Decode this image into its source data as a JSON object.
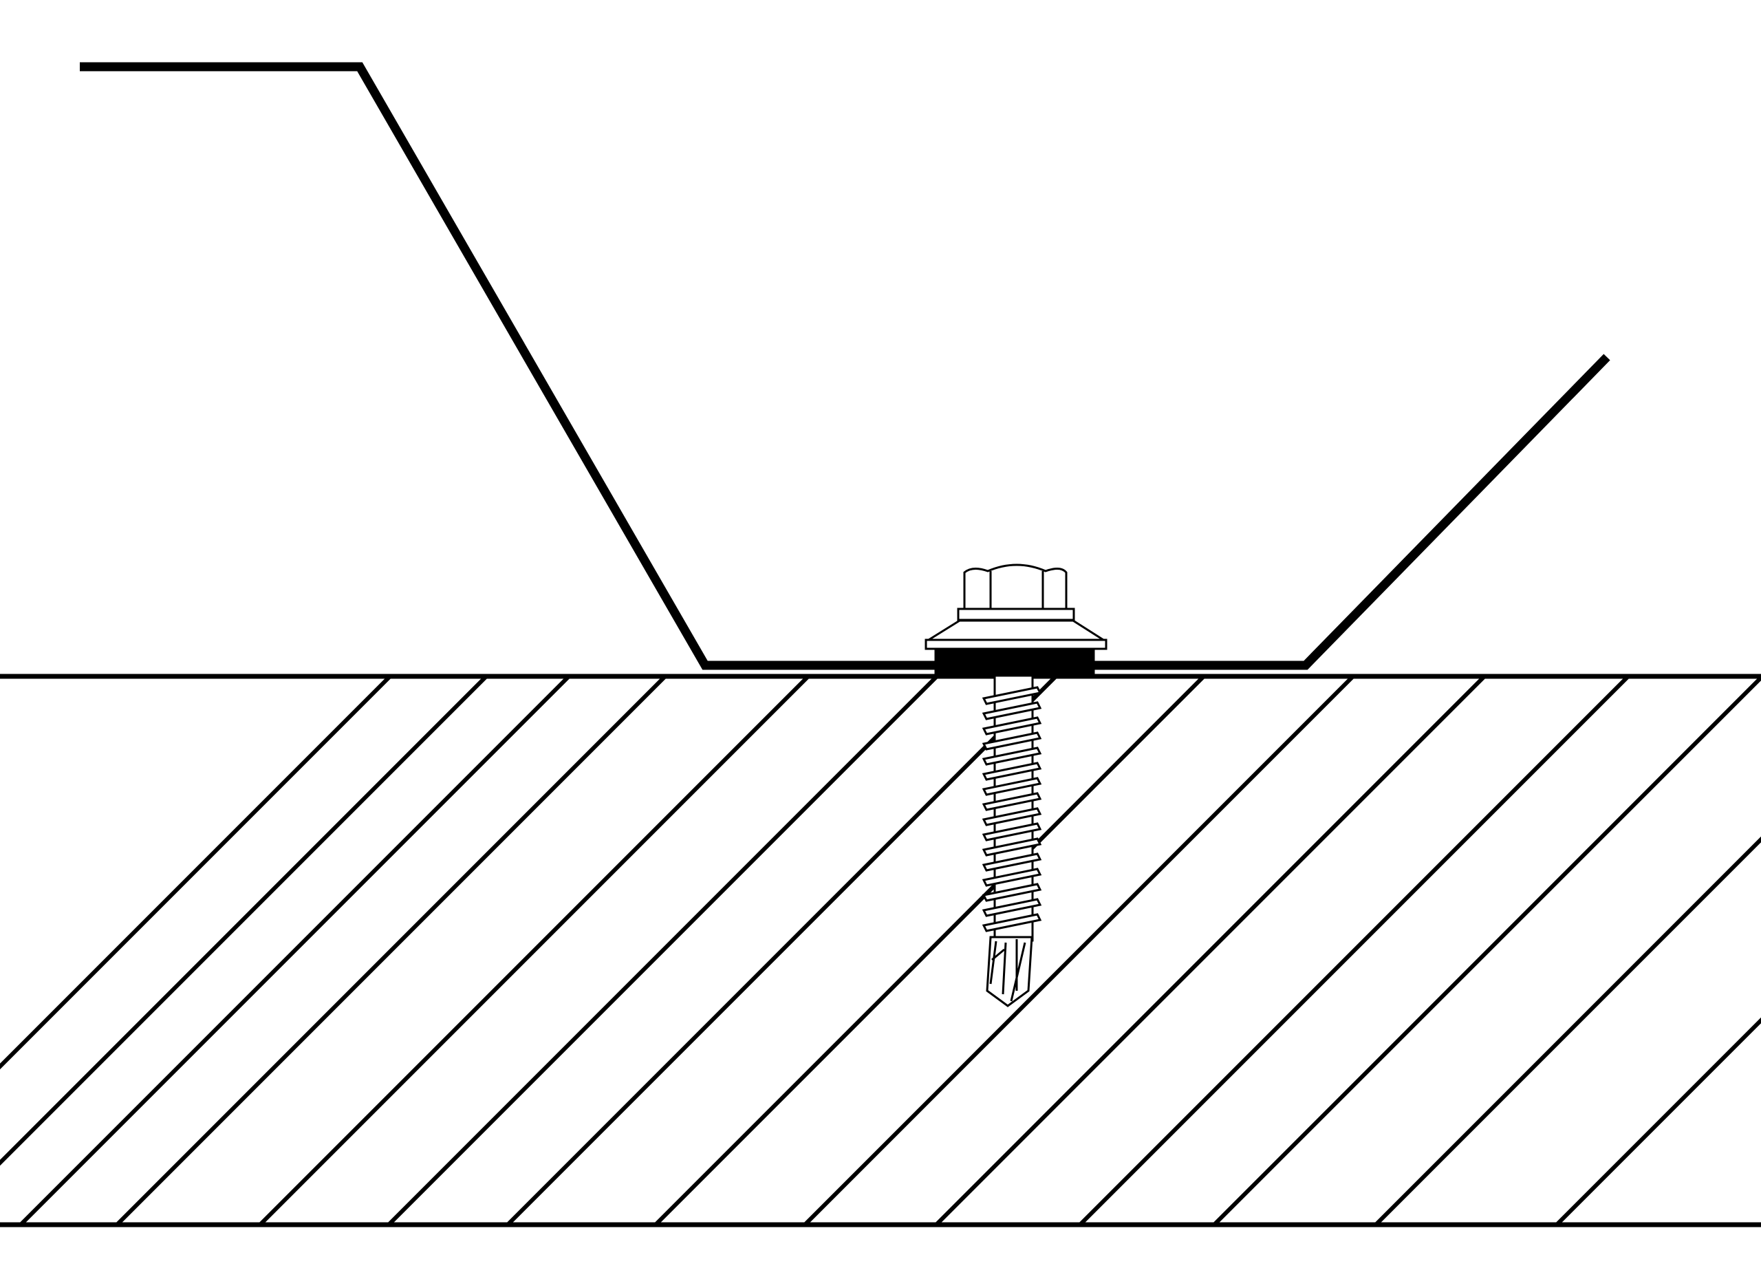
{
  "diagram": {
    "colors": {
      "background": "#ffffff",
      "stroke": "#000000",
      "fill_light": "#ffffff",
      "washer_seal": "#000000"
    },
    "parts": {
      "profiled_sheet": "profiled-sheet",
      "substrate": "hatched-substrate",
      "fastener": "self-drilling-screw"
    },
    "screw": {
      "thread_turns": 16
    }
  }
}
